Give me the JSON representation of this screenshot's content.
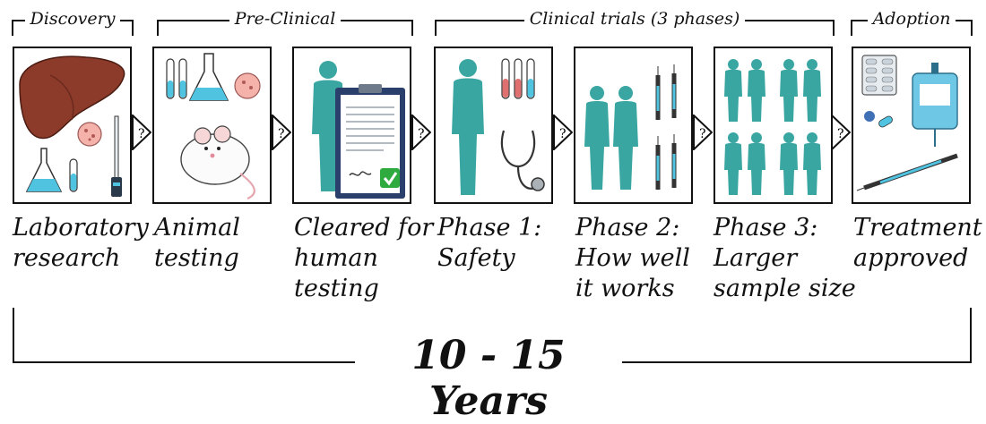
{
  "phases": [
    {
      "label": "Discovery"
    },
    {
      "label": "Pre-Clinical"
    },
    {
      "label": "Clinical trials (3 phases)"
    },
    {
      "label": "Adoption"
    }
  ],
  "steps": [
    {
      "caption": "Laboratory\nresearch"
    },
    {
      "caption": "Animal\ntesting"
    },
    {
      "caption": "Cleared for\nhuman\ntesting"
    },
    {
      "caption": "Phase 1:\nSafety"
    },
    {
      "caption": "Phase 2:\nHow well\nit works"
    },
    {
      "caption": "Phase 3:\nLarger\nsample size"
    },
    {
      "caption": "Treatment\napproved"
    }
  ],
  "arrow_symbol": "?",
  "timeline": {
    "label": "10 - 15 Years"
  },
  "colors": {
    "teal": "#3aa6a2",
    "liquid_blue": "#4fc3e0",
    "liquid_red": "#e07070",
    "liver": "#8c3a2a",
    "ink": "#111111",
    "check_green": "#2eaa3f"
  }
}
